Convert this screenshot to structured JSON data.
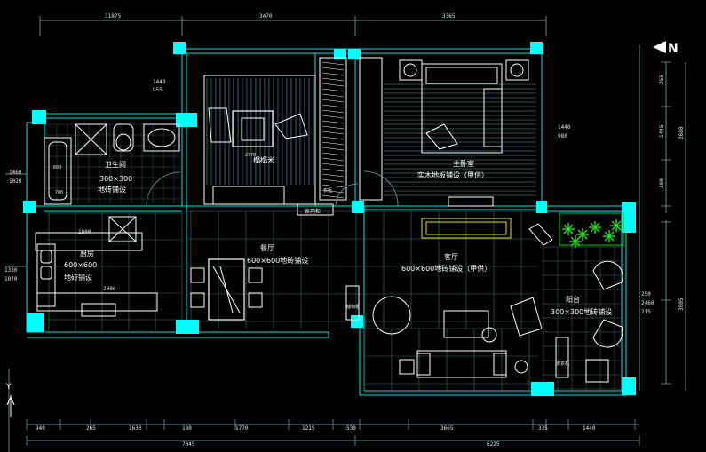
{
  "rooms": {
    "bathroom": {
      "name": "卫生间",
      "tile": "300×300",
      "finish": "地砖铺设"
    },
    "study": {
      "name": "榻榻米"
    },
    "master": {
      "name": "主卧室",
      "finish": "实木地板铺设（甲供）"
    },
    "kitchen": {
      "name": "厨房",
      "tile": "600×600",
      "finish": "地砖铺设"
    },
    "dining": {
      "name": "餐厅",
      "finish": "600×600地砖铺设"
    },
    "living": {
      "name": "客厅",
      "finish": "600×600地砖铺设（甲供）"
    },
    "balcony": {
      "name": "阳台",
      "finish": "300×300地砖铺设"
    }
  },
  "labels": {
    "wardrobe": "衣柜",
    "cabinet": "家用柜",
    "storage": "储物柜",
    "washer": "洗衣机"
  },
  "dims_top": [
    "31875",
    "3470",
    "3365"
  ],
  "dims_bottom_row1": [
    "940",
    "265",
    "1630",
    "180",
    "1770",
    "1215",
    "530",
    "3665",
    "335",
    "1440"
  ],
  "dims_bottom_row2": [
    "7045",
    "6225"
  ],
  "dims_left": [
    {
      "a": "1440",
      "b": "955"
    },
    {
      "a": "1460",
      "b": "1020"
    },
    {
      "a": "1330",
      "b": "1070"
    }
  ],
  "dims_inner": {
    "bed_right_a": "1440",
    "bed_right_b": "980",
    "kitchen_top": "1800",
    "kitchen_bottom": "2000",
    "bath_w": "600",
    "bath_w2": "700",
    "study_v": "2770"
  },
  "dims_right": [
    "255",
    "1445",
    "3680",
    "380",
    "250",
    "2460",
    "215",
    "3005"
  ],
  "north": {
    "glyph": "N"
  },
  "axis": {
    "y": "Y"
  },
  "colors": {
    "bg": "#000000",
    "wall": "#00ffff",
    "line": "#ffffff"
  }
}
